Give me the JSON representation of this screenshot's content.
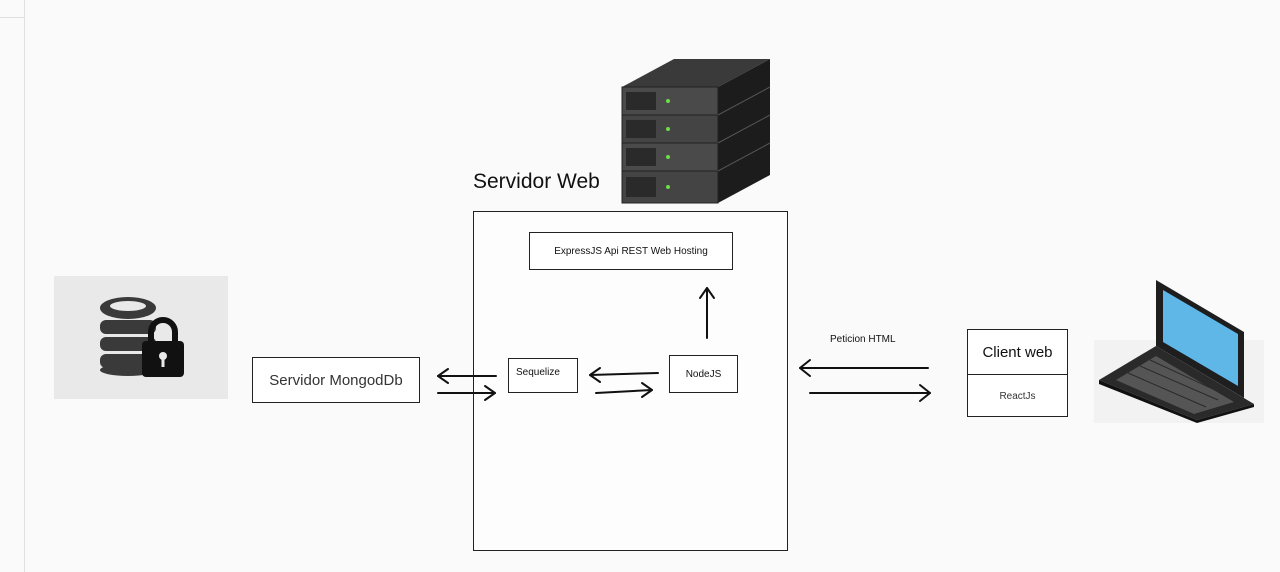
{
  "diagram": {
    "server_title": "Servidor Web",
    "express_label": "ExpressJS  Api REST Web Hosting",
    "mongo_label": "Servidor MongodDb",
    "sequelize_label": "Sequelize",
    "nodejs_label": "NodeJS",
    "request_label": "Peticion HTML",
    "client": {
      "title": "Client web",
      "subtitle": "ReactJs"
    }
  },
  "icons": {
    "database": "database-lock-icon",
    "server": "server-rack-icon",
    "laptop": "laptop-icon"
  },
  "colors": {
    "background": "#fafafa",
    "stroke": "#222222",
    "server_rack": "#2b2b2b",
    "server_led": "#6fdc4a",
    "laptop_screen": "#5fb7e8"
  }
}
